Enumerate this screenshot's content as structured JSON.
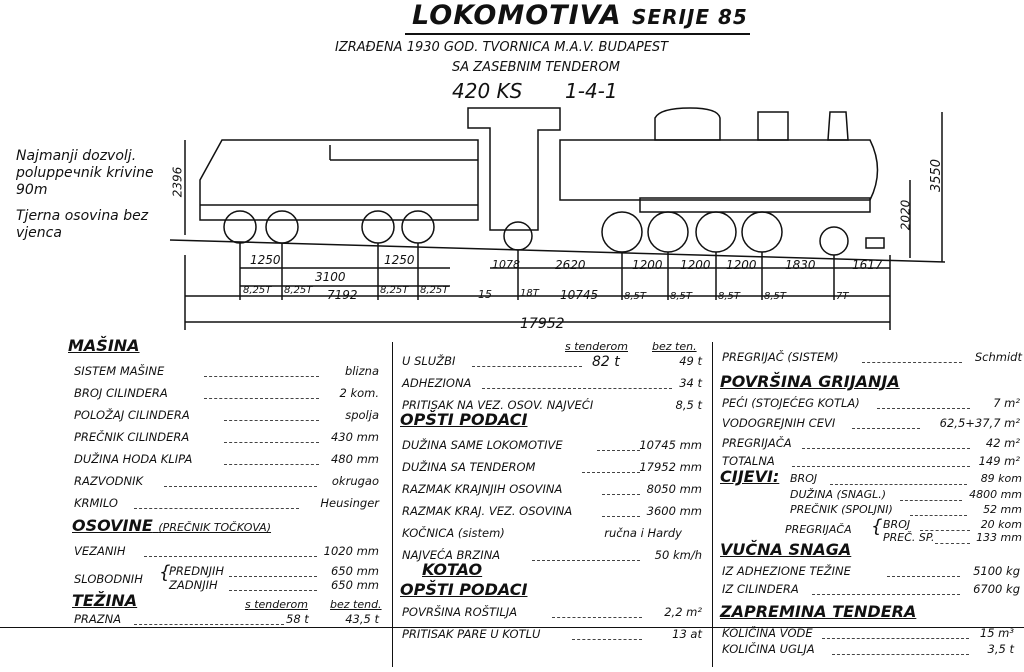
{
  "header": {
    "title": "LOKOMOTIVA",
    "series": "SERIJE 85",
    "subtitle_1": "IZRAĐENA 1930 GOD. TVORNICA M.A.V. BUDAPEST",
    "subtitle_2": "SA ZASEBNIM TENDEROM",
    "power": "420 KS",
    "arrangement": "1-4-1"
  },
  "side_notes": {
    "curve": "Najmanji dozvolj. polupречnik krivine 90m",
    "axle": "Tjerna osovina bez vjenca"
  },
  "dimensions": {
    "height_left": "2396",
    "height_right": "3550",
    "height_axle": "2020",
    "d1": "1250",
    "d2": "3100",
    "d3": "1250",
    "d4": "7192",
    "d5": "1078",
    "d6": "2620",
    "d7": "1200",
    "d8": "1200",
    "d9": "1200",
    "d10": "1830",
    "d11": "1617",
    "d12": "15",
    "d13": "10745",
    "total": "17952",
    "w1": "8,25T",
    "w2": "8,25T",
    "w3": "8,25T",
    "w4": "8,25T",
    "w5": "18T",
    "w6": "8,5T",
    "w7": "8,5T",
    "w8": "8,5T",
    "w9": "8,5T",
    "w10": "7T"
  },
  "masina": {
    "title": "MAŠINA",
    "rows": [
      {
        "k": "SISTEM MAŠINE",
        "v": "blizna"
      },
      {
        "k": "BROJ CILINDERA",
        "v": "2 kom."
      },
      {
        "k": "POLOŽAJ CILINDERA",
        "v": "spolja"
      },
      {
        "k": "PREČNIK CILINDERA",
        "v": "430 mm"
      },
      {
        "k": "DUŽINA HODA KLIPA",
        "v": "480 mm"
      },
      {
        "k": "RAZVODNIK",
        "v": "okrugao"
      },
      {
        "k": "KRMILO",
        "v": "Heusinger"
      }
    ]
  },
  "osovine": {
    "title": "OSOVINE",
    "title_note": "(PREČNIK TOČKOVA)",
    "vezanih_label": "VEZANIH",
    "vezanih_value": "1020 mm",
    "slobodnih_label": "SLOBODNIH",
    "prednjih_label": "PREDNJIH",
    "prednjih_value": "650 mm",
    "zadnjih_label": "ZADNJIH",
    "zadnjih_value": "650 mm"
  },
  "tezina": {
    "title": "TEŽINA",
    "col1": "s tenderom",
    "col2": "bez tend.",
    "prazna_label": "PRAZNA",
    "prazna_v1": "58 t",
    "prazna_v2": "43,5 t"
  },
  "middle": {
    "note1": "s tenderom",
    "note2": "bez ten.",
    "u_sluzbi": "U SLUŽBI",
    "u_sluzbi_v1": "82 t",
    "u_sluzbi_v2": "49 t",
    "adheziona": "ADHEZIONA",
    "adheziona_v": "34 t",
    "pritisak": "PRITISAK NA VEZ. OSOV. NAJVEĆI",
    "pritisak_v": "8,5 t",
    "opsti_title": "OPŠTI PODACI",
    "opsti_rows": [
      {
        "k": "DUŽINA SAME LOKOMOTIVE",
        "v": "10745 mm"
      },
      {
        "k": "DUŽINA SA TENDEROM",
        "v": "17952 mm"
      },
      {
        "k": "RAZMAK KRAJNJIH OSOVINA",
        "v": "8050 mm"
      },
      {
        "k": "RAZMAK KRAJ. VEZ. OSOVINA",
        "v": "3600 mm"
      },
      {
        "k": "KOČNICA (sistem)",
        "v": "ručna i Hardy"
      },
      {
        "k": "NAJVEĆA BRZINA",
        "v": "50 km/h"
      }
    ],
    "kotao_title": "KOTAO",
    "kotao_sub": "OPŠTI PODACI",
    "kotao_rows": [
      {
        "k": "POVRŠINA ROŠTILJA",
        "v": "2,2 m²"
      },
      {
        "k": "PRITISAK PARE U KOTLU",
        "v": "13 at"
      }
    ]
  },
  "right": {
    "pregrijac": "PREGRIJAČ (SISTEM)",
    "pregrijac_v": "Schmidt",
    "povrsina_title": "POVRŠINA GRIJANJA",
    "povrsina_rows": [
      {
        "k": "PEĆI (STOJEĆEG KOTLA)",
        "v": "7 m²"
      },
      {
        "k": "VODOGREJNIH CEVI",
        "v": "62,5+37,7 m²"
      },
      {
        "k": "PREGRIJAČA",
        "v": "42 m²"
      },
      {
        "k": "TOTALNA",
        "v": "149 m²"
      }
    ],
    "cijevi_title": "CIJEVI:",
    "cijevi_rows": [
      {
        "k": "BROJ",
        "v": "89 kom"
      },
      {
        "k": "DUŽINA (SNAGL.)",
        "v": "4800 mm"
      },
      {
        "k": "PREČNIK (SPOLJNI)",
        "v": "52 mm"
      }
    ],
    "pregrijaca": "PREGRIJAČA",
    "pregrijaca_broj": "BROJ",
    "pregrijaca_broj_v": "20 kom",
    "pregrijaca_prec": "PREČ. SP.",
    "pregrijaca_prec_v": "133 mm",
    "vucna_title": "VUČNA SNAGA",
    "vucna_rows": [
      {
        "k": "IZ ADHEZIONE TEŽINE",
        "v": "5100 kg"
      },
      {
        "k": "IZ CILINDERA",
        "v": "6700 kg"
      }
    ],
    "zapremina_title": "ZAPREMINA TENDERA",
    "zapremina_rows": [
      {
        "k": "KOLIČINA VODE",
        "v": "15 m³"
      },
      {
        "k": "KOLIČINA UGLJA",
        "v": "3,5 t"
      }
    ]
  }
}
